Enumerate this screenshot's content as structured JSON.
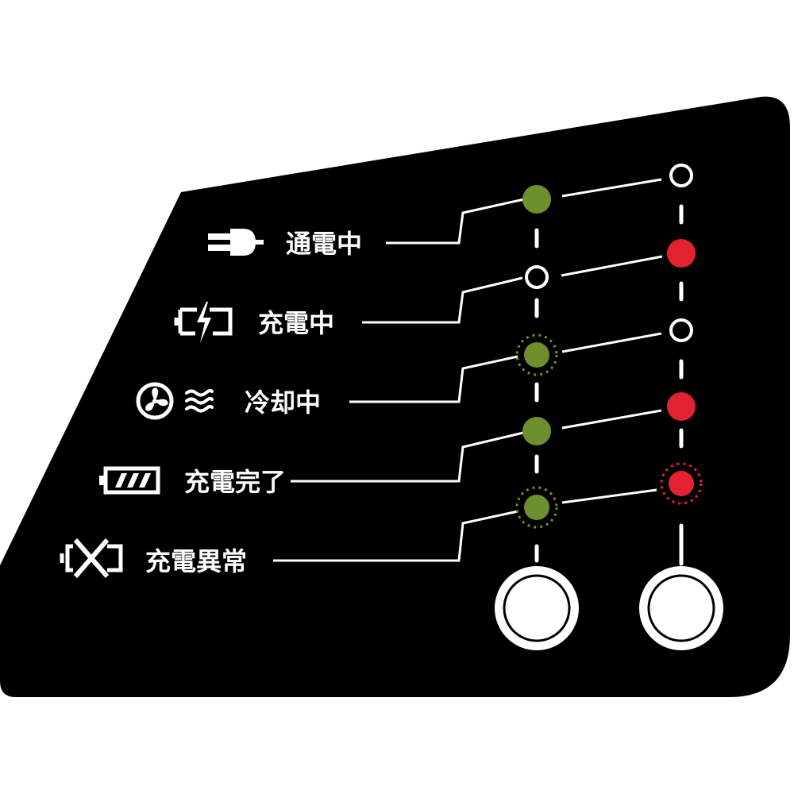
{
  "colors": {
    "panel": "#000000",
    "line": "#ffffff",
    "green": "#6e8f2d",
    "red": "#e2232f",
    "off": "#ffffff"
  },
  "rows": [
    {
      "label": "通電中",
      "icon": "plug-icon",
      "left": "green-solid",
      "right": "off"
    },
    {
      "label": "充電中",
      "icon": "charging-battery-icon",
      "left": "off",
      "right": "red-solid"
    },
    {
      "label": "冷却中",
      "icon": "fan-icon",
      "left": "green-blinking",
      "right": "off"
    },
    {
      "label": "充電完了",
      "icon": "full-battery-icon",
      "left": "green-solid",
      "right": "red-solid"
    },
    {
      "label": "充電異常",
      "icon": "battery-error-icon",
      "left": "green-blinking",
      "right": "red-blinking"
    }
  ],
  "lamps": [
    "left-lamp",
    "right-lamp"
  ]
}
